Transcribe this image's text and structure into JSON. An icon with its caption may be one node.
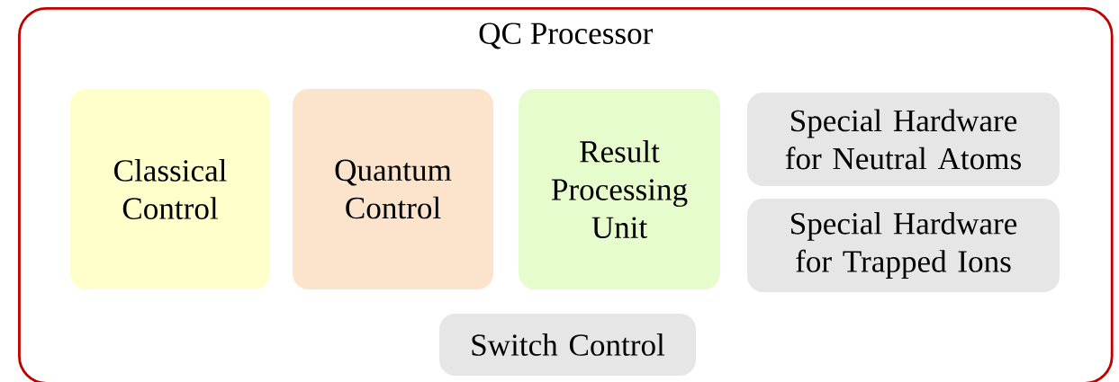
{
  "diagram": {
    "nodes": [
      {
        "text": [
          "QC Processor"
        ]
      },
      {
        "text": [
          "Classical Control"
        ],
        "in": 0
      },
      {
        "text": [
          "Quantum Control"
        ],
        "in": 0
      },
      {
        "text": [
          "Result Processing Unit"
        ],
        "in": 0
      },
      {
        "text": [
          "Special Hardware for Neutral Atoms"
        ],
        "in": 0
      },
      {
        "text": [
          "Special Hardware for Trapped Ions"
        ],
        "in": 0
      },
      {
        "text": [
          "Switch Control"
        ],
        "in": 0
      }
    ]
  }
}
